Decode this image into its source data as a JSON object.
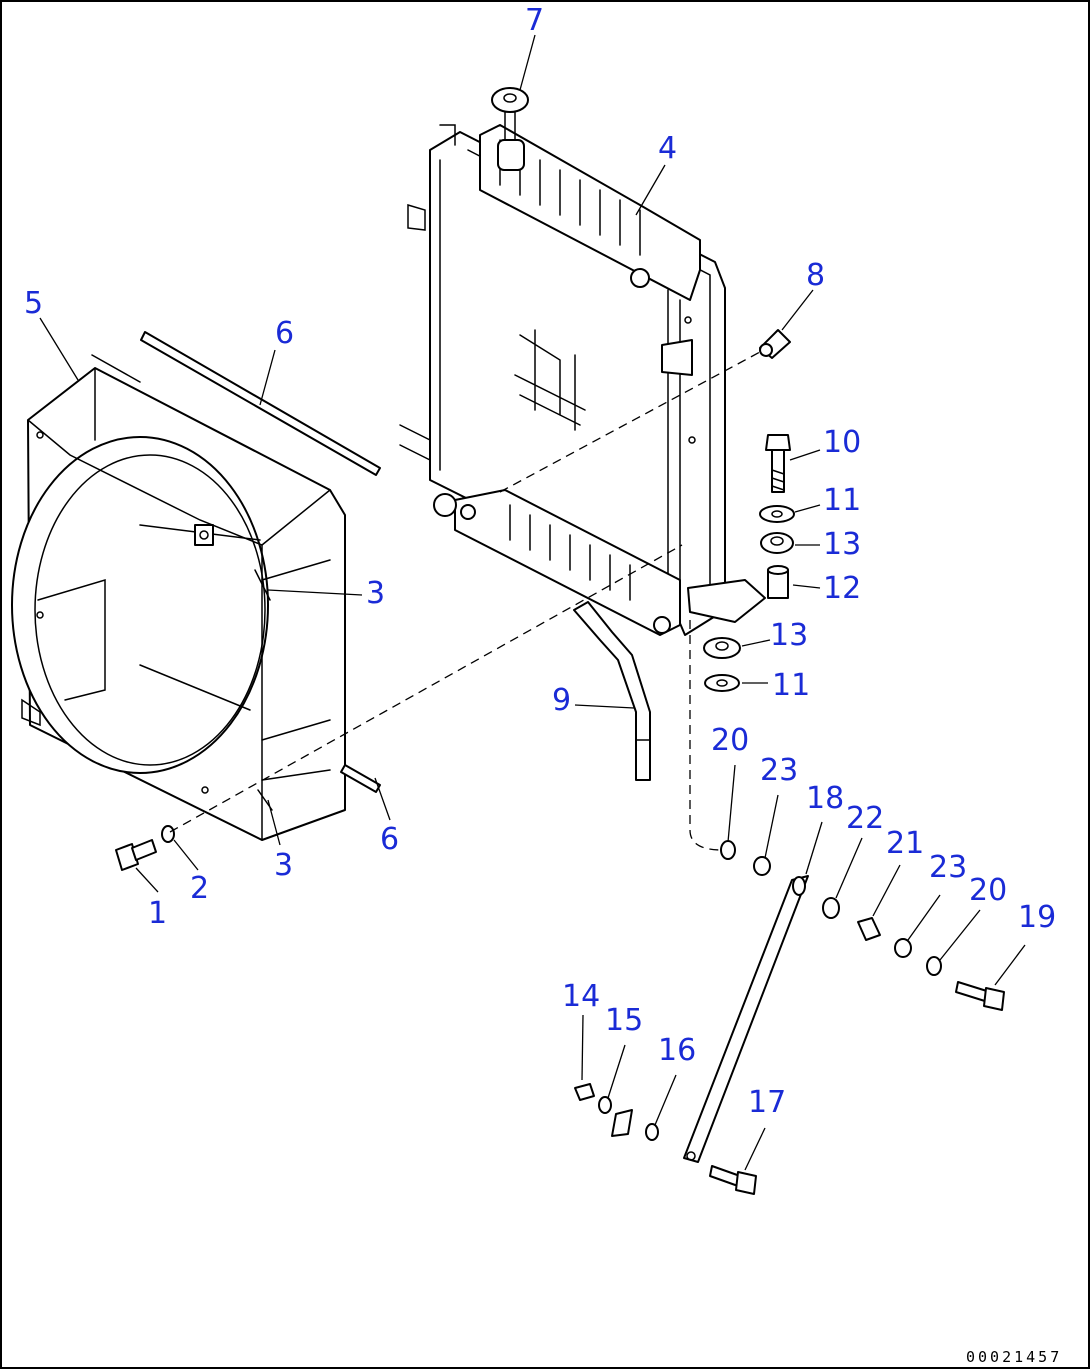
{
  "callouts": {
    "c1": "1",
    "c2": "2",
    "c3a": "3",
    "c3b": "3",
    "c4": "4",
    "c5": "5",
    "c6a": "6",
    "c6b": "6",
    "c7": "7",
    "c8": "8",
    "c9": "9",
    "c10": "10",
    "c11a": "11",
    "c11b": "11",
    "c12": "12",
    "c13a": "13",
    "c13b": "13",
    "c14": "14",
    "c15": "15",
    "c16": "16",
    "c17": "17",
    "c18": "18",
    "c19": "19",
    "c20a": "20",
    "c20b": "20",
    "c21": "21",
    "c22": "22",
    "c23a": "23",
    "c23b": "23"
  },
  "document_number": "00021457",
  "colors": {
    "callout": "#1a2bd6",
    "line": "#000000",
    "background": "#ffffff"
  }
}
